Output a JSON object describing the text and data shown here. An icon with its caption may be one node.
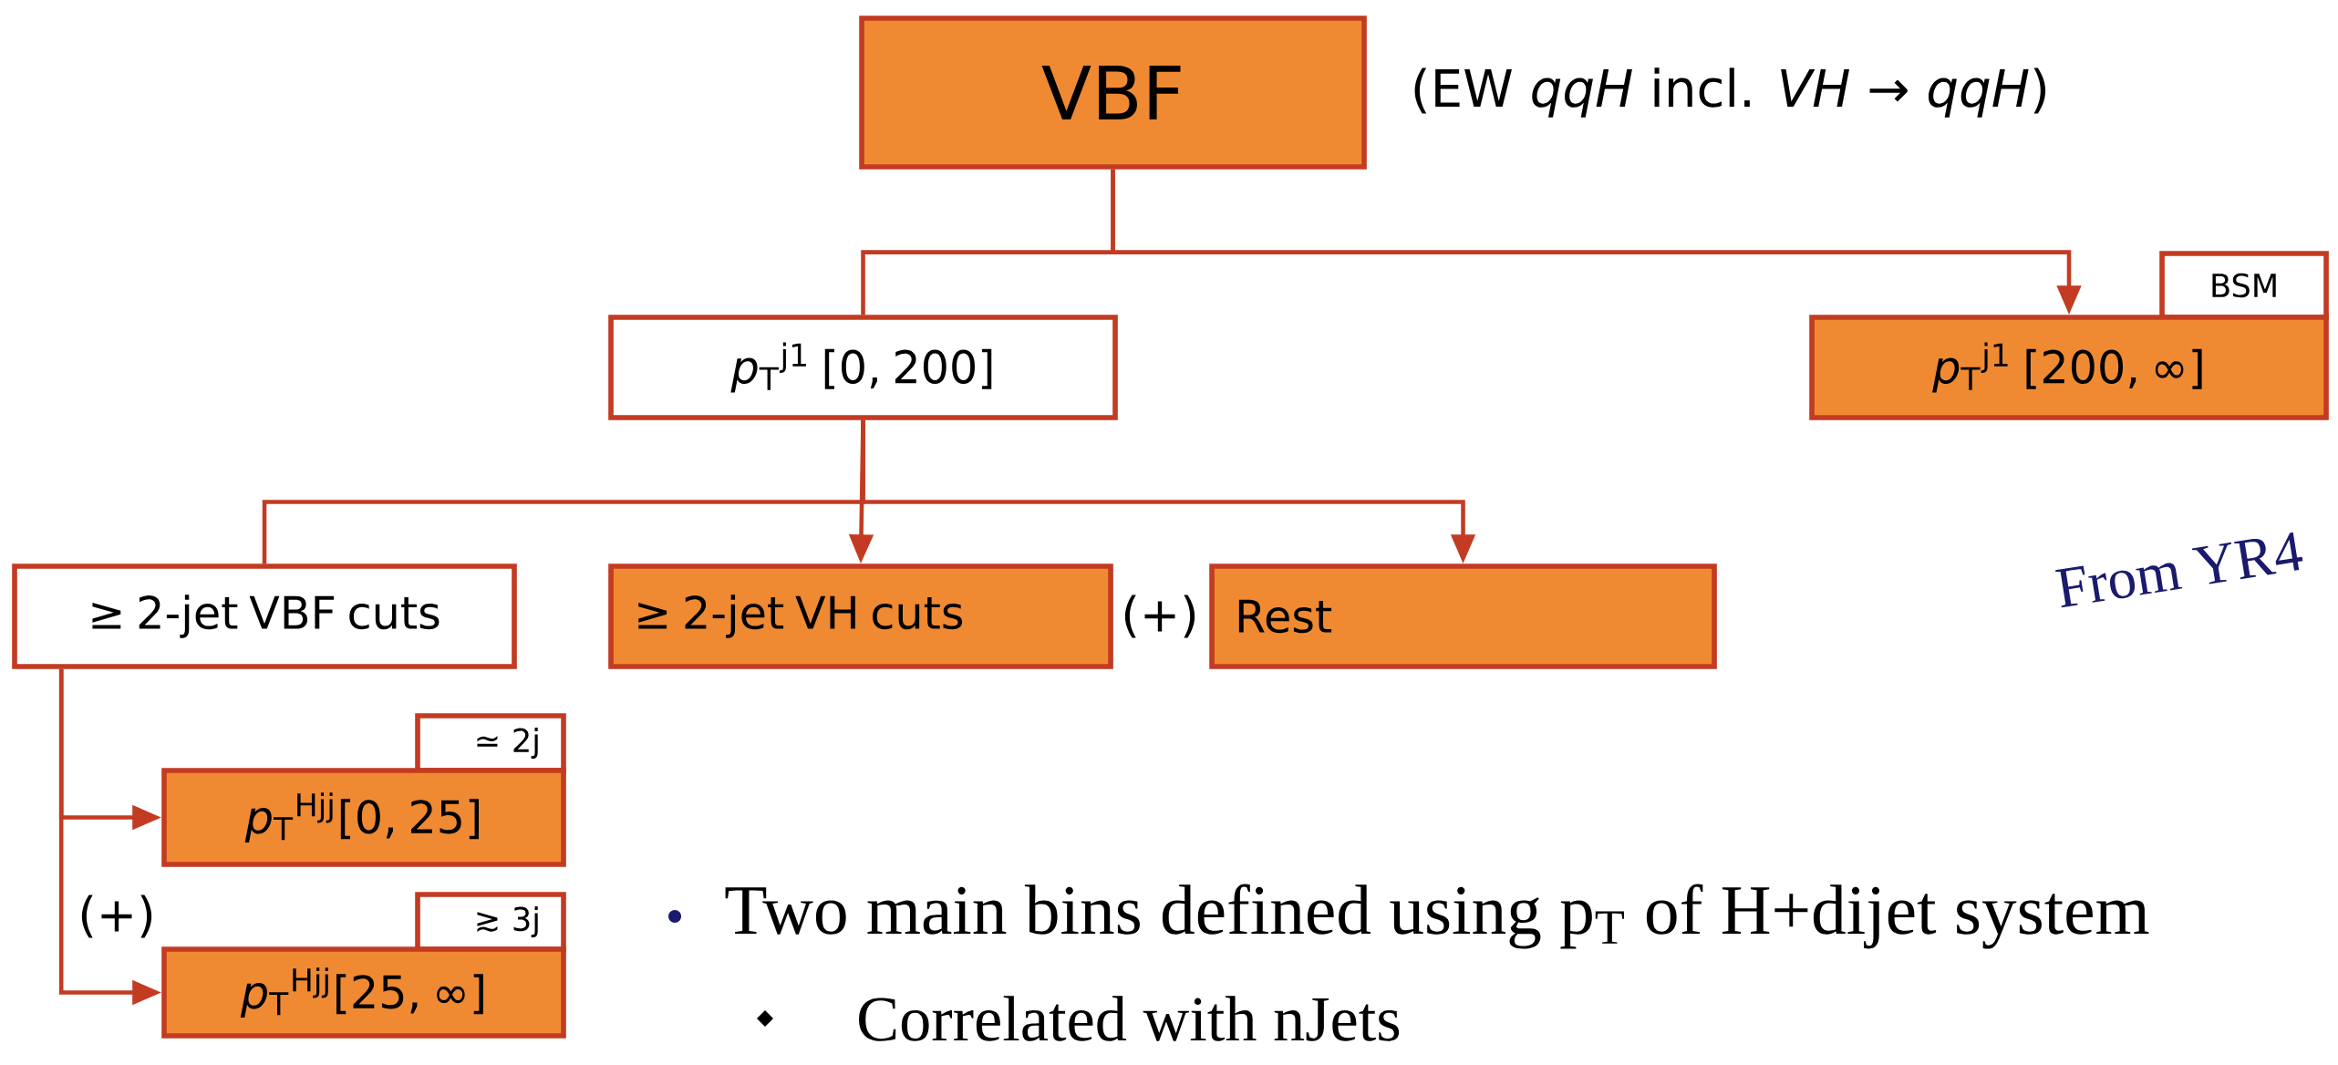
{
  "diagram": {
    "nodes": [
      {
        "text": [
          "VBF"
        ],
        "beside": [
          "(EW *qqH* incl. *VH* → *qqH*)"
        ]
      },
      {
        "text": [
          "*p*$_{T}$$^{j1}$ [0, 200]"
        ]
      },
      {
        "text": [
          "BSM"
        ]
      },
      {
        "text": [
          "*p*$_{T}$$^{j1}$ [200, ∞]"
        ]
      },
      {
        "text": [
          "≥ 2-jet VBF cuts"
        ]
      },
      {
        "text": [
          "≥ 2-jet VH cuts"
        ]
      },
      {
        "text": [
          "Rest"
        ]
      },
      {
        "text": [
          "≃ 2j"
        ]
      },
      {
        "text": [
          "*p*$_{T}$$^{Hjj}$[0, 25]"
        ]
      },
      {
        "text": [
          "≳ 3j"
        ]
      },
      {
        "text": [
          "*p*$_{T}$$^{Hjj}$[25, ∞]"
        ]
      }
    ],
    "edges": [
      {
        "from": 0,
        "to": 1,
        "arrow": "none"
      },
      {
        "from": 0,
        "to": 3,
        "arrow": "to"
      },
      {
        "from": 1,
        "to": 4,
        "arrow": "none"
      },
      {
        "from": 1,
        "to": 5,
        "arrow": "to"
      },
      {
        "from": 1,
        "to": 6,
        "arrow": "to"
      },
      {
        "from": 4,
        "to": 8,
        "arrow": "to"
      },
      {
        "from": 4,
        "to": 10,
        "arrow": "to"
      }
    ],
    "labels": [
      "(+)",
      "From YR4",
      "(+)",
      "Two main bins defined using p$_{T}$ of H+dijet system",
      "Correlated with nJets"
    ]
  }
}
